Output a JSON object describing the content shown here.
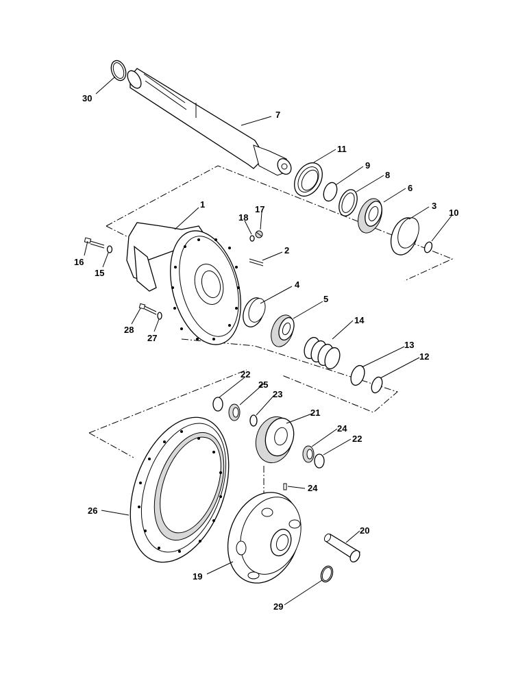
{
  "callouts": [
    {
      "id": "p1",
      "label": "1"
    },
    {
      "id": "p2",
      "label": "2"
    },
    {
      "id": "p3",
      "label": "3"
    },
    {
      "id": "p4",
      "label": "4"
    },
    {
      "id": "p5",
      "label": "5"
    },
    {
      "id": "p6",
      "label": "6"
    },
    {
      "id": "p7",
      "label": "7"
    },
    {
      "id": "p8",
      "label": "8"
    },
    {
      "id": "p9",
      "label": "9"
    },
    {
      "id": "p10",
      "label": "10"
    },
    {
      "id": "p11",
      "label": "11"
    },
    {
      "id": "p12",
      "label": "12"
    },
    {
      "id": "p13",
      "label": "13"
    },
    {
      "id": "p14",
      "label": "14"
    },
    {
      "id": "p15",
      "label": "15"
    },
    {
      "id": "p16",
      "label": "16"
    },
    {
      "id": "p17",
      "label": "17"
    },
    {
      "id": "p18",
      "label": "18"
    },
    {
      "id": "p19",
      "label": "19"
    },
    {
      "id": "p20",
      "label": "20"
    },
    {
      "id": "p21",
      "label": "21"
    },
    {
      "id": "p22a",
      "label": "22"
    },
    {
      "id": "p22b",
      "label": "22"
    },
    {
      "id": "p23",
      "label": "23"
    },
    {
      "id": "p24a",
      "label": "24"
    },
    {
      "id": "p24b",
      "label": "24"
    },
    {
      "id": "p25",
      "label": "25"
    },
    {
      "id": "p26",
      "label": "26"
    },
    {
      "id": "p27",
      "label": "27"
    },
    {
      "id": "p28",
      "label": "28"
    },
    {
      "id": "p29",
      "label": "29"
    },
    {
      "id": "p30",
      "label": "30"
    }
  ]
}
